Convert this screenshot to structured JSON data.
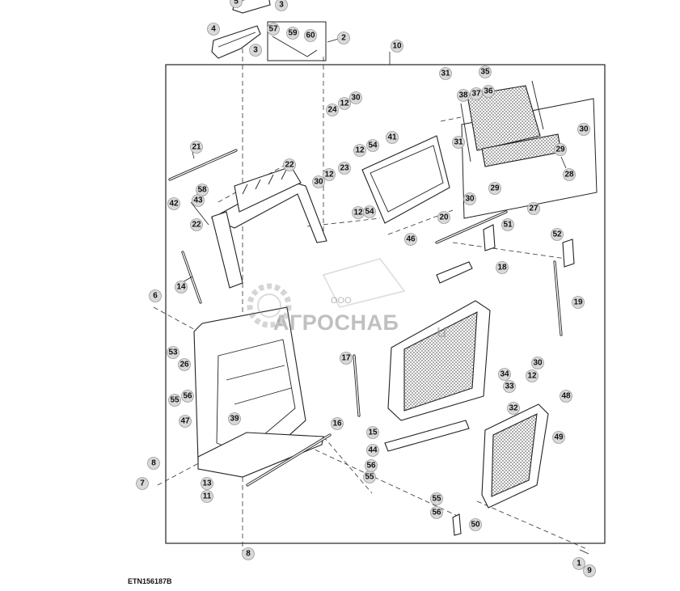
{
  "drawing_id": "ETN156187B",
  "watermark": {
    "prefix": "ООО",
    "name": "АГРОСНАБ",
    "suffix": "u"
  },
  "callouts": [
    "1",
    "2",
    "3",
    "3",
    "4",
    "5",
    "6",
    "7",
    "8",
    "8",
    "9",
    "10",
    "11",
    "12",
    "12",
    "12",
    "12",
    "12",
    "13",
    "14",
    "15",
    "16",
    "17",
    "18",
    "19",
    "20",
    "21",
    "22",
    "22",
    "23",
    "24",
    "26",
    "27",
    "28",
    "29",
    "29",
    "30",
    "30",
    "30",
    "30",
    "30",
    "31",
    "31",
    "32",
    "33",
    "34",
    "35",
    "36",
    "37",
    "38",
    "39",
    "41",
    "42",
    "43",
    "44",
    "46",
    "47",
    "48",
    "49",
    "50",
    "51",
    "52",
    "53",
    "54",
    "54",
    "55",
    "55",
    "55",
    "56",
    "56",
    "56",
    "57",
    "58",
    "59",
    "60"
  ]
}
